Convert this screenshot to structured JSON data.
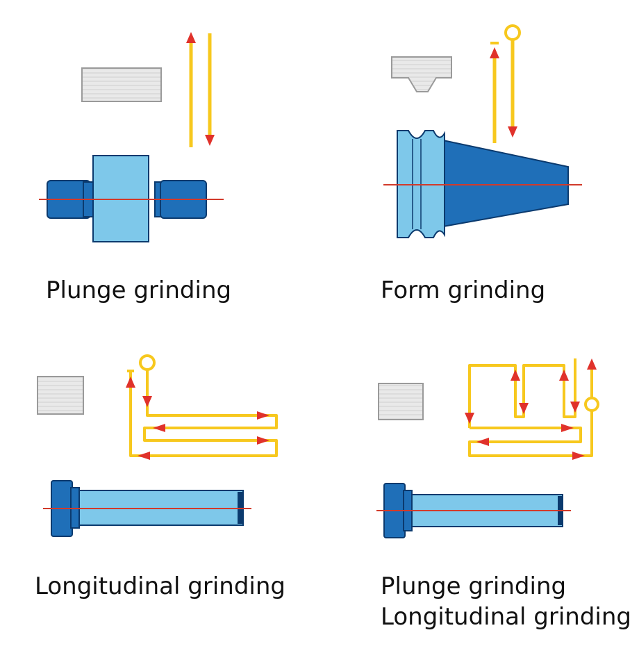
{
  "colors": {
    "light_blue": "#7ec8ea",
    "dark_blue": "#1f6fb8",
    "navy": "#0b3a6e",
    "axis_red": "#d23a2a",
    "path_yellow": "#f7c81e",
    "arrow_red": "#e0322b",
    "wheel_gray": "#dcdcdc"
  },
  "panels": [
    {
      "caption": "Plunge grinding"
    },
    {
      "caption": "Form grinding"
    },
    {
      "caption": "Longitudinal grinding"
    },
    {
      "caption_line1": "Plunge grinding",
      "caption_line2": "Longitudinal grinding"
    }
  ]
}
